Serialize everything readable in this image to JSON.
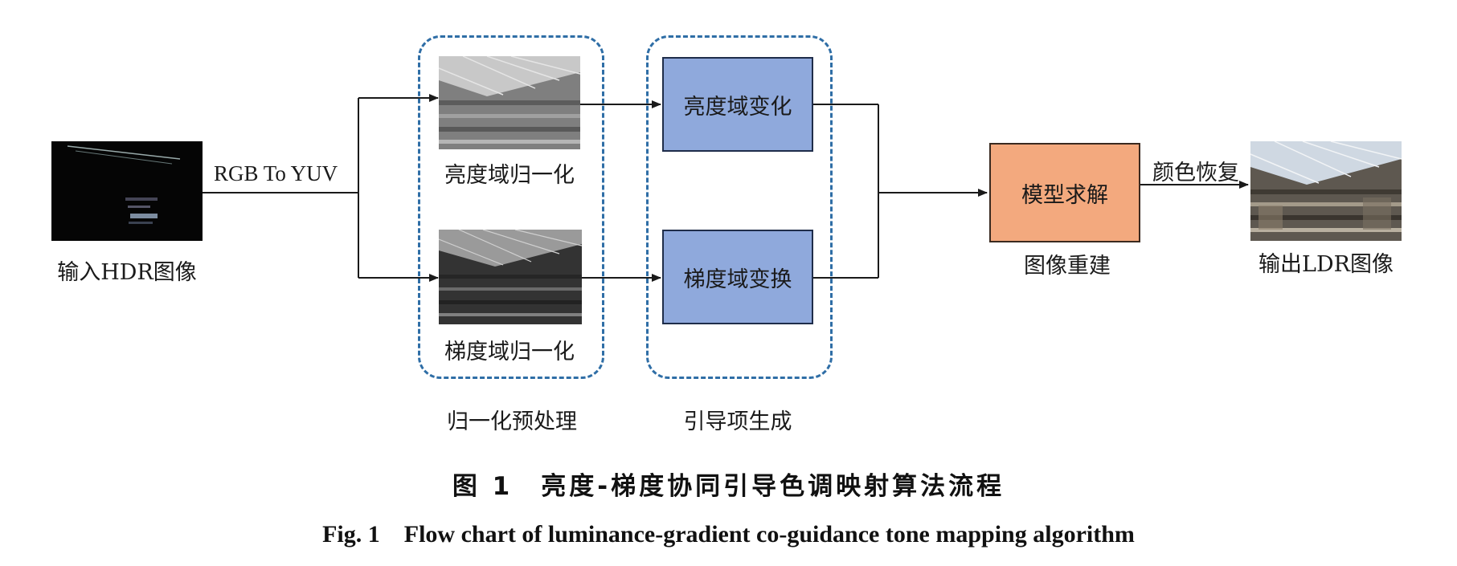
{
  "nodes": {
    "input": "输入HDR图像",
    "conversion": "RGB To YUV",
    "lum_norm": "亮度域归一化",
    "grad_norm": "梯度域归一化",
    "lum_transform": "亮度域变化",
    "grad_transform": "梯度域变换",
    "model_solve": "模型求解",
    "reconstruction": "图像重建",
    "color_recovery": "颜色恢复",
    "output": "输出LDR图像"
  },
  "groups": {
    "normalization": "归一化预处理",
    "guidance": "引导项生成"
  },
  "caption": {
    "cn": "图 1　亮度-梯度协同引导色调映射算法流程",
    "en": "Fig. 1　Flow chart of luminance-gradient co-guidance tone mapping algorithm"
  },
  "colors": {
    "group_border": "#2f6ea6",
    "transform_box": "#8fa9dc",
    "solve_box": "#f3a97e",
    "arrow": "#1a1a1a"
  }
}
